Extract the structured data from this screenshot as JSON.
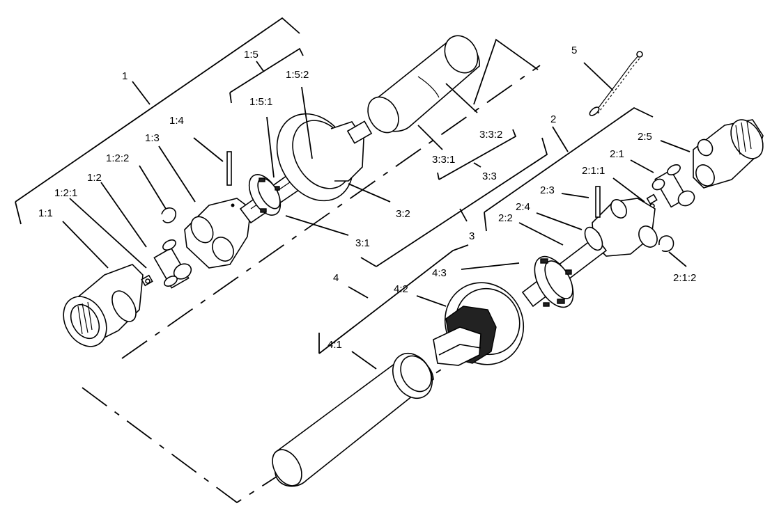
{
  "diagram": {
    "labels": {
      "l1": "1",
      "l1_1": "1:1",
      "l1_2": "1:2",
      "l1_2_1": "1:2:1",
      "l1_2_2": "1:2:2",
      "l1_3": "1:3",
      "l1_4": "1:4",
      "l1_5": "1:5",
      "l1_5_1": "1:5:1",
      "l1_5_2": "1:5:2",
      "l2": "2",
      "l2_1": "2:1",
      "l2_1_1": "2:1:1",
      "l2_1_2": "2:1:2",
      "l2_2": "2:2",
      "l2_3": "2:3",
      "l2_4": "2:4",
      "l2_5": "2:5",
      "l3": "3",
      "l3_1": "3:1",
      "l3_2": "3:2",
      "l3_3": "3:3",
      "l3_3_1": "3:3:1",
      "l3_3_2": "3:3:2",
      "l4": "4",
      "l4_1": "4:1",
      "l4_2": "4:2",
      "l4_3": "4:3",
      "l5": "5"
    }
  }
}
